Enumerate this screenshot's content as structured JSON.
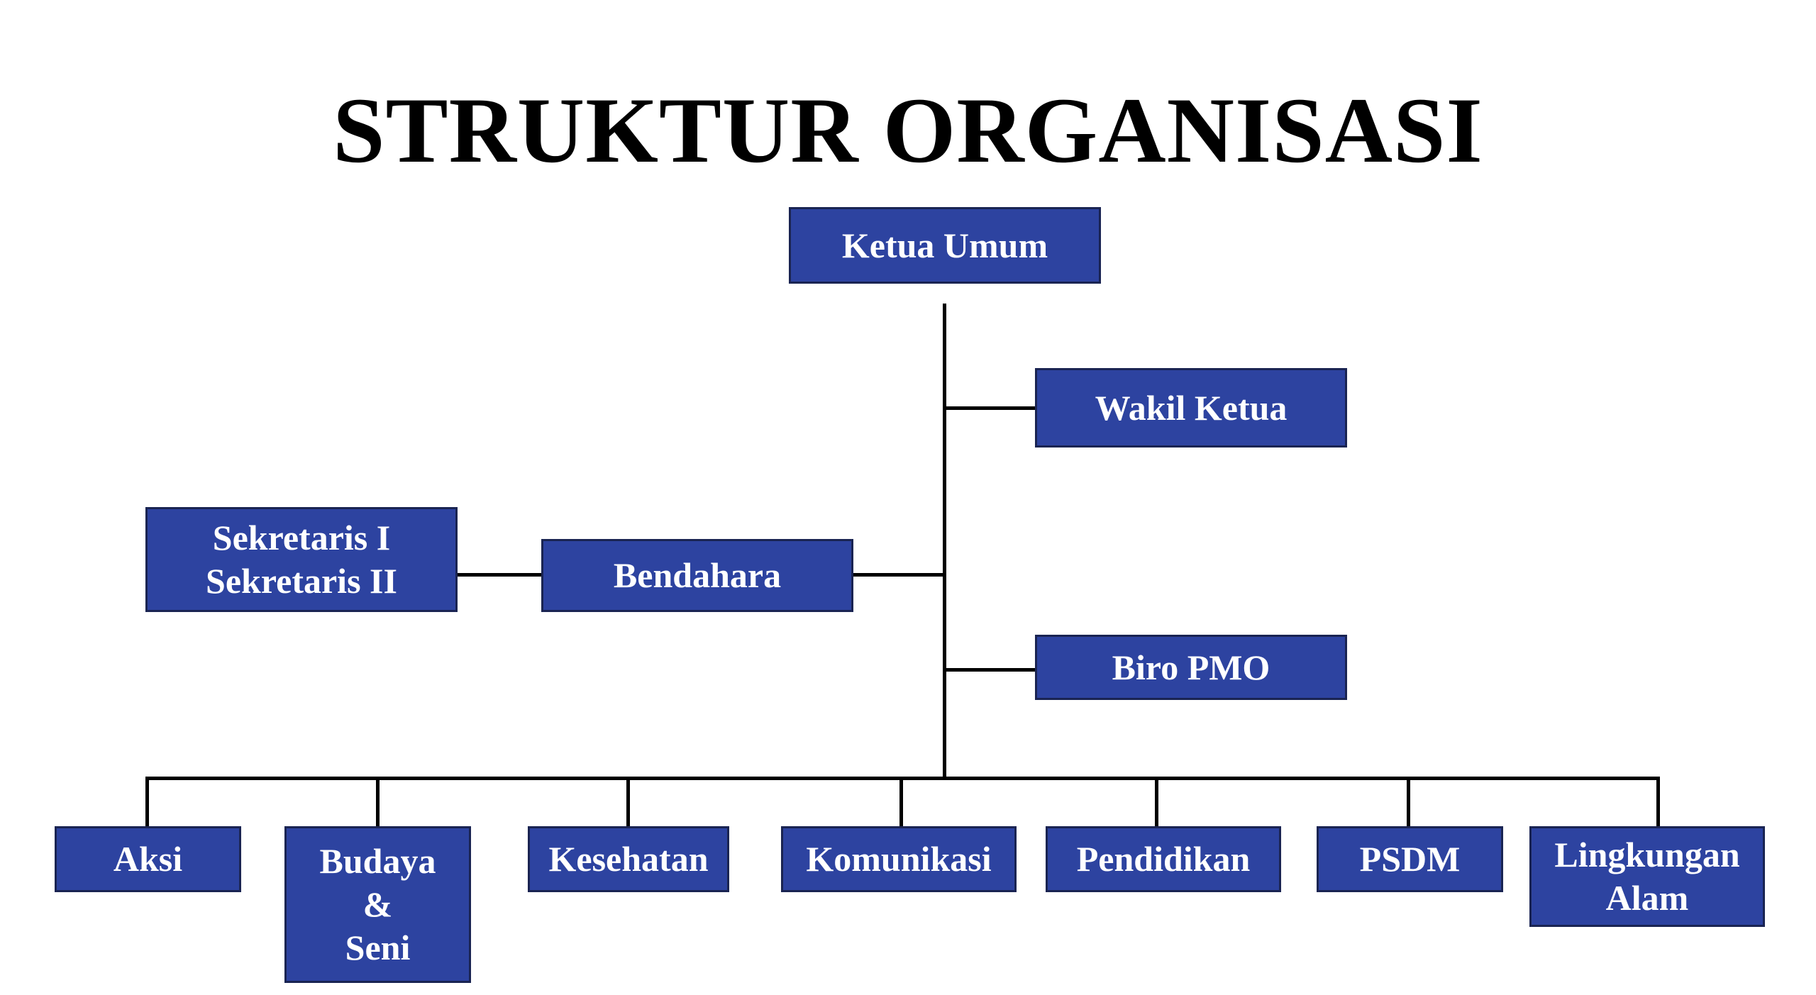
{
  "title": "STRUKTUR ORGANISASI",
  "colors": {
    "box_fill": "#2d43a0",
    "box_border": "#1a2452",
    "box_text": "#ffffff",
    "connector": "#000000",
    "title": "#000000"
  },
  "nodes": {
    "ketua_umum": "Ketua Umum",
    "wakil_ketua": "Wakil Ketua",
    "bendahara": "Bendahara",
    "sekretaris": "Sekretaris I\nSekretaris II",
    "biro_pmo": "Biro PMO",
    "aksi": "Aksi",
    "budaya_seni": "Budaya\n&\nSeni",
    "kesehatan": "Kesehatan",
    "komunikasi": "Komunikasi",
    "pendidikan": "Pendidikan",
    "psdm": "PSDM",
    "lingkungan_alam": "Lingkungan\nAlam"
  }
}
